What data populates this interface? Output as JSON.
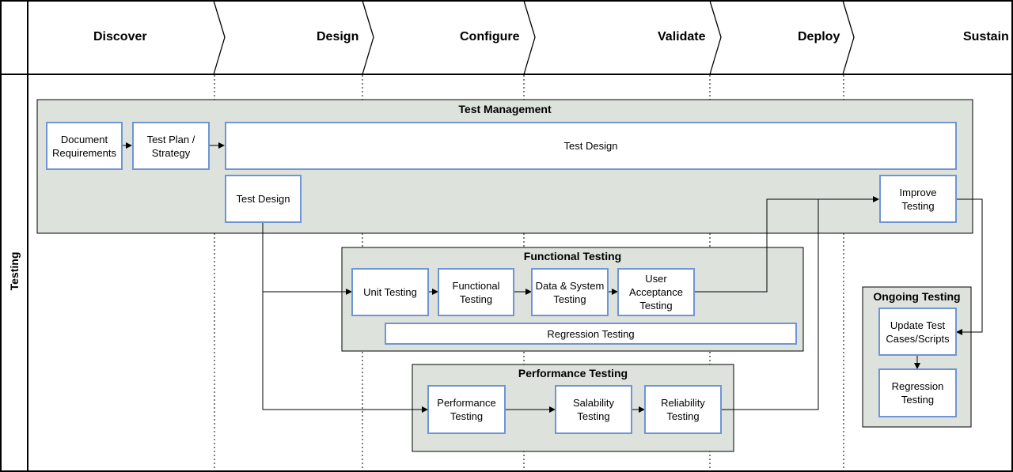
{
  "phases": [
    "Discover",
    "Design",
    "Configure",
    "Validate",
    "Deploy",
    "Sustain"
  ],
  "lane": "Testing",
  "groups": {
    "test_management": "Test Management",
    "functional_testing": "Functional Testing",
    "performance_testing": "Performance Testing",
    "ongoing_testing": "Ongoing Testing"
  },
  "boxes": {
    "document_requirements": "Document Requirements",
    "test_plan": "Test Plan / Strategy",
    "test_design_wide": "Test Design",
    "test_design": "Test Design",
    "improve_testing": "Improve Testing",
    "unit_testing": "Unit Testing",
    "functional_testing": "Functional Testing",
    "data_system_testing": "Data & System Testing",
    "user_acceptance_testing": "User Acceptance Testing",
    "regression_testing_wide": "Regression Testing",
    "performance_testing": "Performance Testing",
    "salability_testing": "Salability Testing",
    "reliability_testing": "Reliability Testing",
    "update_test_cases": "Update Test Cases/Scripts",
    "regression_testing": "Regression Testing"
  },
  "colors": {
    "group_fill": "#dde2dd",
    "box_border": "#6f95d6",
    "line": "#000000"
  }
}
